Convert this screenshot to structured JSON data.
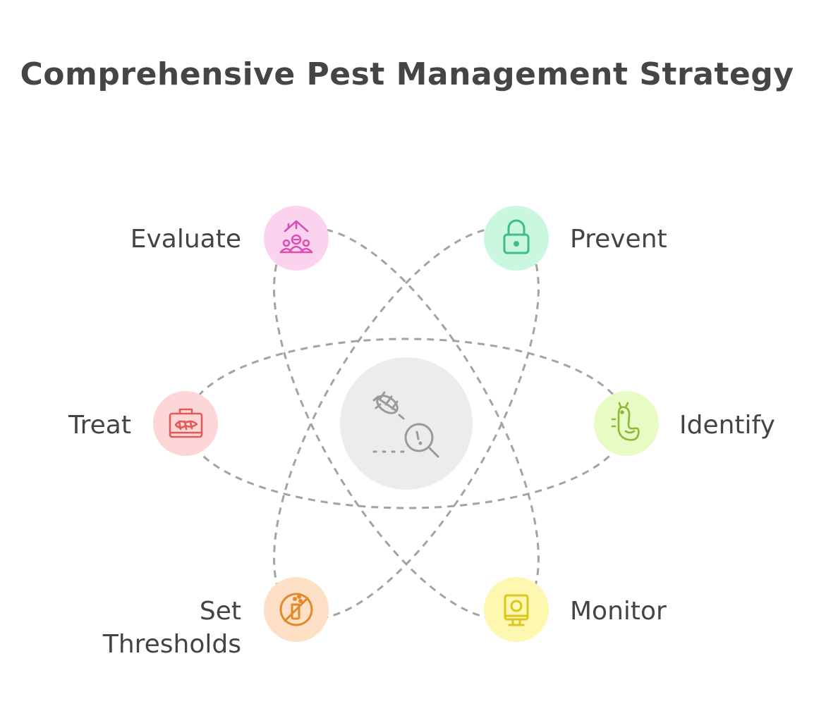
{
  "title": "Comprehensive Pest Management Strategy",
  "center": {
    "icon": "bug-magnifier-icon",
    "color": "#ececec"
  },
  "nodes": [
    {
      "id": "evaluate",
      "label": "Evaluate",
      "icon": "evaluate-icon",
      "fill": "#fbd3ef",
      "stroke": "#d94fb4"
    },
    {
      "id": "prevent",
      "label": "Prevent",
      "icon": "lock-icon",
      "fill": "#c9f7e0",
      "stroke": "#3cbf7e"
    },
    {
      "id": "treat",
      "label": "Treat",
      "icon": "treatment-kit-icon",
      "fill": "#fdd7d7",
      "stroke": "#e05a5a"
    },
    {
      "id": "identify",
      "label": "Identify",
      "icon": "caterpillar-icon",
      "fill": "#e8fbc4",
      "stroke": "#8ab933"
    },
    {
      "id": "set-thresholds",
      "label": "Set\nThresholds",
      "label_line1": "Set",
      "label_line2": "Thresholds",
      "icon": "no-spray-icon",
      "fill": "#fde0c6",
      "stroke": "#e08a2e"
    },
    {
      "id": "monitor",
      "label": "Monitor",
      "icon": "camera-monitor-icon",
      "fill": "#fdf7b0",
      "stroke": "#dcc51c"
    }
  ]
}
